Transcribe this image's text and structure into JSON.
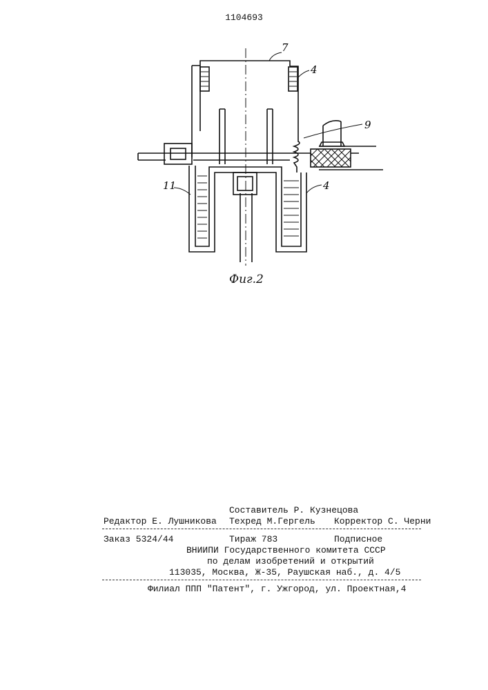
{
  "document": {
    "number": "1104693"
  },
  "figure": {
    "caption": "Фиг.2",
    "labels": {
      "part7": "7",
      "part4_top": "4",
      "part9": "9",
      "part11": "11",
      "part4_bottom": "4"
    }
  },
  "credits": {
    "compiler": "Составитель Р. Кузнецова",
    "editor": "Редактор Е. Лушникова",
    "techred": "Техред М.Гергель",
    "corrector": "Корректор С. Черни"
  },
  "publishing": {
    "order": "Заказ 5324/44",
    "circulation": "Тираж 783",
    "subscription": "Подписное",
    "org_line1": "ВНИИПИ Государственного комитета СССР",
    "org_line2": "по делам изобретений и открытий",
    "address": "113035, Москва, Ж-35, Раушская наб., д. 4/5",
    "branch": "Филиал ППП \"Патент\", г. Ужгород, ул. Проектная,4"
  }
}
